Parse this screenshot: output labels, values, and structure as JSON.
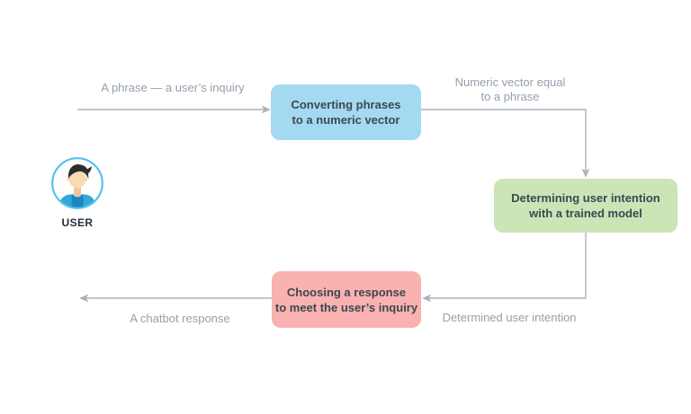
{
  "diagram": {
    "background": "#ffffff",
    "actor": {
      "label": "USER",
      "icon": "user-avatar-icon",
      "ring_color": "#54c2ee"
    },
    "nodes": [
      {
        "id": "converting-phrases",
        "text": "Converting phrases\nto a numeric vector",
        "fill": "#a3daf2"
      },
      {
        "id": "determining-intention",
        "text": "Determining user intention\nwith a trained model",
        "fill": "#cbe5b6"
      },
      {
        "id": "choosing-response",
        "text": "Choosing a response\nto meet the user’s inquiry",
        "fill": "#f9b2b0"
      }
    ],
    "edges": [
      {
        "id": "user-to-converting",
        "label": "A phrase — a user’s inquiry",
        "direction": "right"
      },
      {
        "id": "converting-to-determining",
        "label": "Numeric vector equal\nto a phrase",
        "direction": "right-then-down"
      },
      {
        "id": "determining-to-choosing",
        "label": "Determined user intention",
        "direction": "down-then-left"
      },
      {
        "id": "choosing-to-user",
        "label": "A chatbot response",
        "direction": "left"
      }
    ],
    "colors": {
      "arrow": "#a8b3bd",
      "edge_label_text": "#95a0aa",
      "node_text": "#3d4752",
      "actor_label_text": "#262f38"
    }
  }
}
